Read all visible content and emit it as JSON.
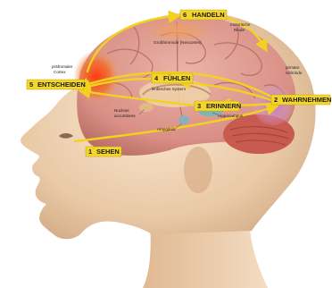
{
  "steps": [
    {
      "num": "1",
      "label": "SEHEN"
    },
    {
      "num": "2",
      "label": "WAHRNEHMEN"
    },
    {
      "num": "3",
      "label": "ERINNERN"
    },
    {
      "num": "4",
      "label": "FÜHLEN"
    },
    {
      "num": "5",
      "label": "ENTSCHEIDEN"
    },
    {
      "num": "6",
      "label": "HANDELN"
    }
  ],
  "annotations": {
    "motor_line1": "motorische",
    "motor_line2": "Rinde",
    "cortex": "Großhirnrinde (Neocortex)",
    "prefrontal_line1": "präfrontaler",
    "prefrontal_line2": "Cortex",
    "visual_line1": "primäre",
    "visual_line2": "Sehrinde",
    "limbic": "limbisches System",
    "accumbens_line1": "Nucleus",
    "accumbens_line2": "accumbens",
    "hippocampus": "Hippocampus",
    "amygdala": "Amygdala"
  },
  "colors": {
    "arrow": "#f2d21e",
    "badge": "#f4d62a",
    "skin": "#e9c9a6",
    "brain": "#d98f86",
    "prefrontal": "#e8401c",
    "visual": "#c47ac8",
    "cerebellum": "#c95a4f"
  }
}
